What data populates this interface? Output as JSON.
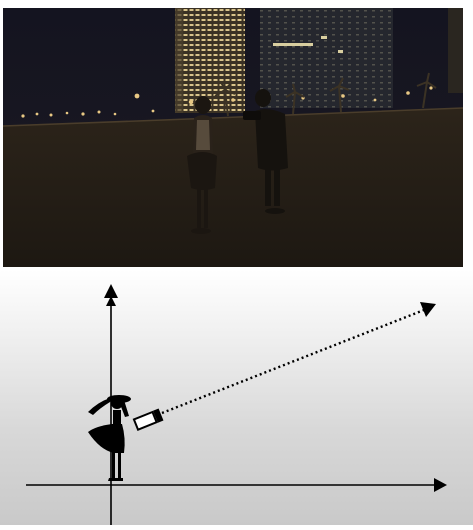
{
  "photo": {
    "scene": "night-city-beach-photo-shoot",
    "colors": {
      "sky": "#161622",
      "ground": "#2a2118",
      "building_light": "#c9b27a",
      "figure": "#1a1612"
    }
  },
  "diagram": {
    "icons": [
      "vertical-axis-arrow",
      "horizontal-axis-arrow",
      "woman-silhouette-icon",
      "camera-icon",
      "dotted-direction-arrow"
    ],
    "colors": {
      "line": "#000000",
      "background_top": "#ffffff",
      "background_bottom": "#c9c9c9"
    }
  }
}
